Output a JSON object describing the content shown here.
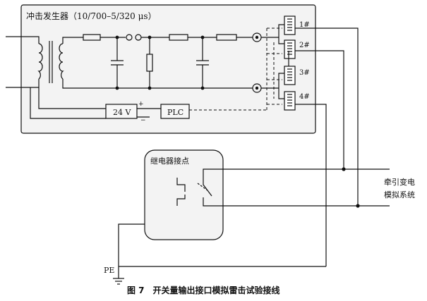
{
  "diagram": {
    "generator_label": "冲击发生器（10/700–5/320 μs）",
    "relays": [
      "1#",
      "2#",
      "3#",
      "4#"
    ],
    "voltage_label": "24 V",
    "plc_label": "PLC",
    "plus_sign": "+",
    "minus_sign": "−",
    "contact_box_label": "继电器接点",
    "system_label_line1": "牵引变电",
    "system_label_line2": "模拟系统",
    "ground_label": "PE",
    "caption": "图 7　开关量输出接口模拟雷击试验接线"
  },
  "colors": {
    "panel": "#f3f3f3",
    "stroke": "#111111"
  }
}
